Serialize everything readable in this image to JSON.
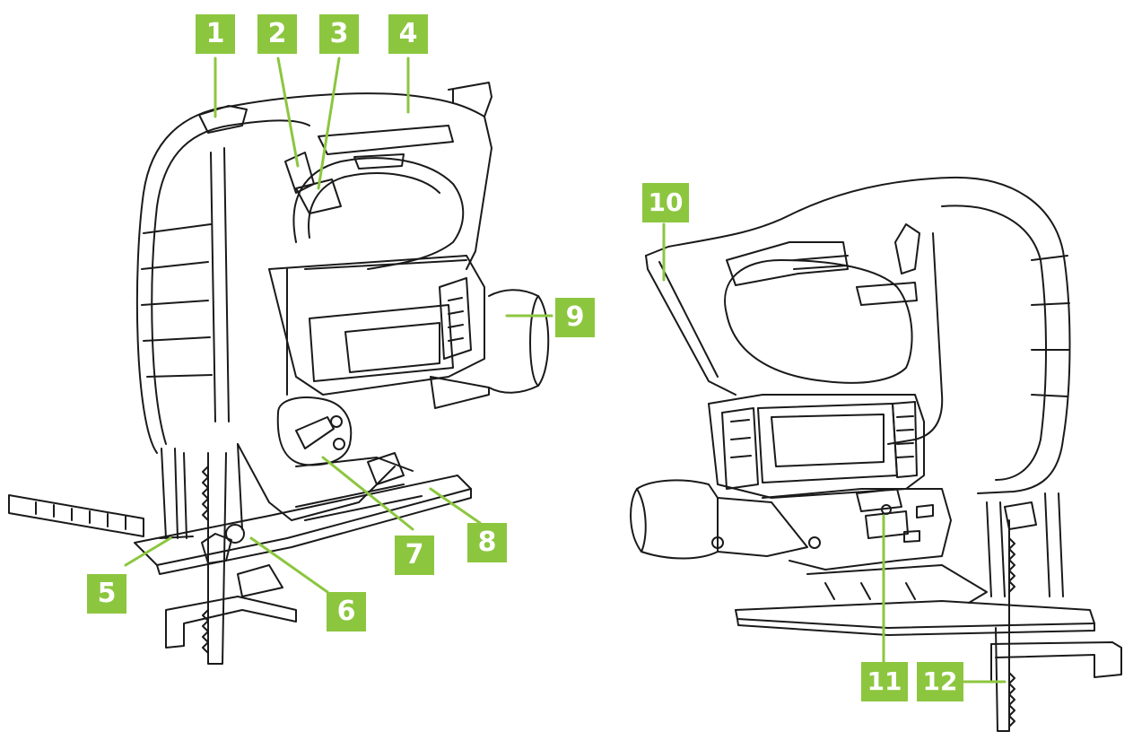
{
  "diagram": {
    "accent_color": "#8cc63f",
    "line_color": "#1a1a1a",
    "views": [
      "jigsaw-left-front-view",
      "jigsaw-right-rear-view"
    ],
    "callouts": [
      {
        "id": "1",
        "label": "1"
      },
      {
        "id": "2",
        "label": "2"
      },
      {
        "id": "3",
        "label": "3"
      },
      {
        "id": "4",
        "label": "4"
      },
      {
        "id": "5",
        "label": "5"
      },
      {
        "id": "6",
        "label": "6"
      },
      {
        "id": "7",
        "label": "7"
      },
      {
        "id": "8",
        "label": "8"
      },
      {
        "id": "9",
        "label": "9"
      },
      {
        "id": "10",
        "label": "10"
      },
      {
        "id": "11",
        "label": "11"
      },
      {
        "id": "12",
        "label": "12"
      }
    ]
  }
}
